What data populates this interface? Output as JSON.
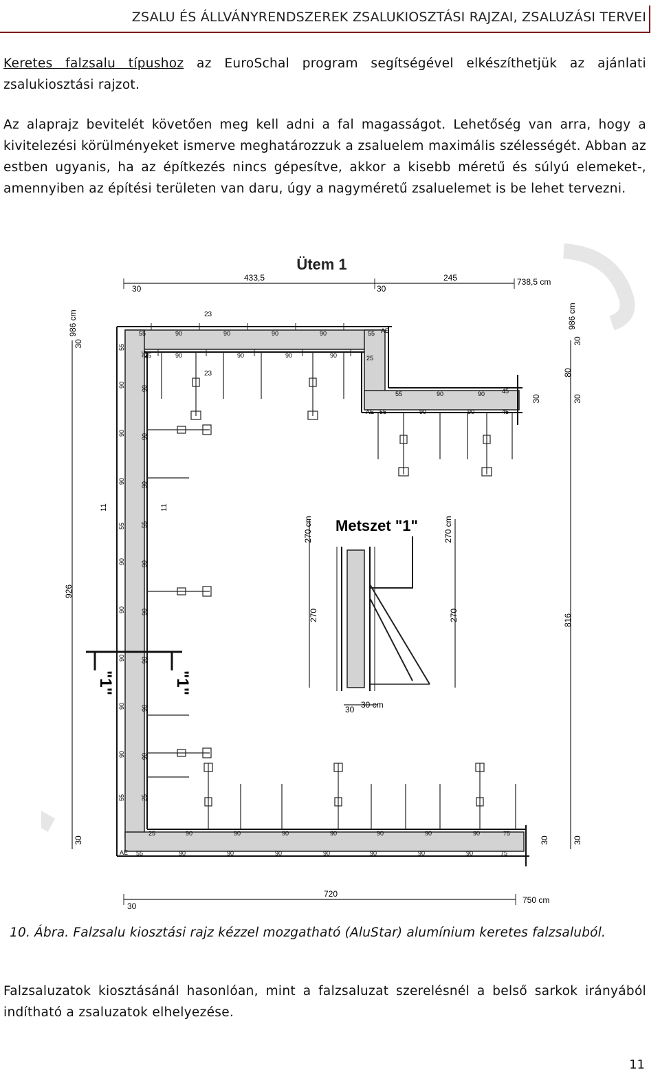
{
  "header": {
    "title": "ZSALU ÉS ÁLLVÁNYRENDSZEREK ZSALUKIOSZTÁSI RAJZAI, ZSALUZÁSI TERVEI"
  },
  "intro": {
    "link_text": "Keretes falzsalu típushoz",
    "rest": " az EuroSchal program segítségével elkészíthetjük az ajánlati zsalukiosztási rajzot."
  },
  "para2": "Az alaprajz bevitelét követően meg kell adni a fal magasságot. Lehetőség van arra, hogy a kivitelezési körülményeket ismerve meghatározzuk a zsaluelem maximális szélességét. Abban az estben ugyanis, ha az építkezés nincs gépesítve, akkor a kisebb méretű és súlyú elemeket-, amennyiben az építési területen van daru, úgy a nagyméretű zsaluelemet is be lehet tervezni.",
  "figure": {
    "title": "Ütem 1",
    "top_dims": [
      "433,5",
      "245",
      "738,5 cm",
      "30",
      "30"
    ],
    "left_dims": [
      "986 cm",
      "30",
      "926",
      "30",
      "11",
      "11"
    ],
    "right_dims": [
      "986 cm",
      "30",
      "80",
      "30",
      "816",
      "30",
      "30"
    ],
    "bottom_dims": [
      "720",
      "750 cm",
      "30"
    ],
    "top_panels": [
      "55",
      "90",
      "90",
      "90",
      "90",
      "55",
      "AE"
    ],
    "inner_top_panels": [
      "25",
      "90",
      "90",
      "90",
      "90",
      "25"
    ],
    "step_panels": [
      "55",
      "90",
      "90",
      "45"
    ],
    "step_bottom_panels": [
      "AE",
      "55",
      "90",
      "90",
      "45"
    ],
    "bottom_panels": [
      "AE",
      "55",
      "90",
      "90",
      "90",
      "90",
      "90",
      "90",
      "90",
      "75"
    ],
    "inner_bottom_panels": [
      "25",
      "90",
      "90",
      "90",
      "90",
      "90",
      "90",
      "90",
      "75"
    ],
    "left_panels": [
      "55",
      "90",
      "90",
      "90",
      "55",
      "90",
      "90",
      "90",
      "90",
      "90",
      "55",
      "AE"
    ],
    "inner_left_panels": [
      "25",
      "90",
      "90",
      "90",
      "55",
      "90",
      "90",
      "90",
      "90",
      "90",
      "25"
    ],
    "misc_labels": [
      "23",
      "23"
    ],
    "section": {
      "title": "Metszet \"1\"",
      "left_dims": [
        "270 cm",
        "270"
      ],
      "right_dims": [
        "270 cm",
        "270"
      ],
      "bottom_dims": [
        "30",
        "30 cm"
      ]
    },
    "section_marks": [
      "\"1\"",
      "\"1\""
    ]
  },
  "caption": "10. Ábra. Falzsalu kiosztási rajz kézzel mozgatható (AluStar) alumínium keretes falzsaluból.",
  "para3": "Falzsaluzatok kiosztásánál hasonlóan, mint a falzsaluzat szerelésnél a belső sarkok irányából indítható a zsaluzatok elhelyezése.",
  "page_number": "11"
}
